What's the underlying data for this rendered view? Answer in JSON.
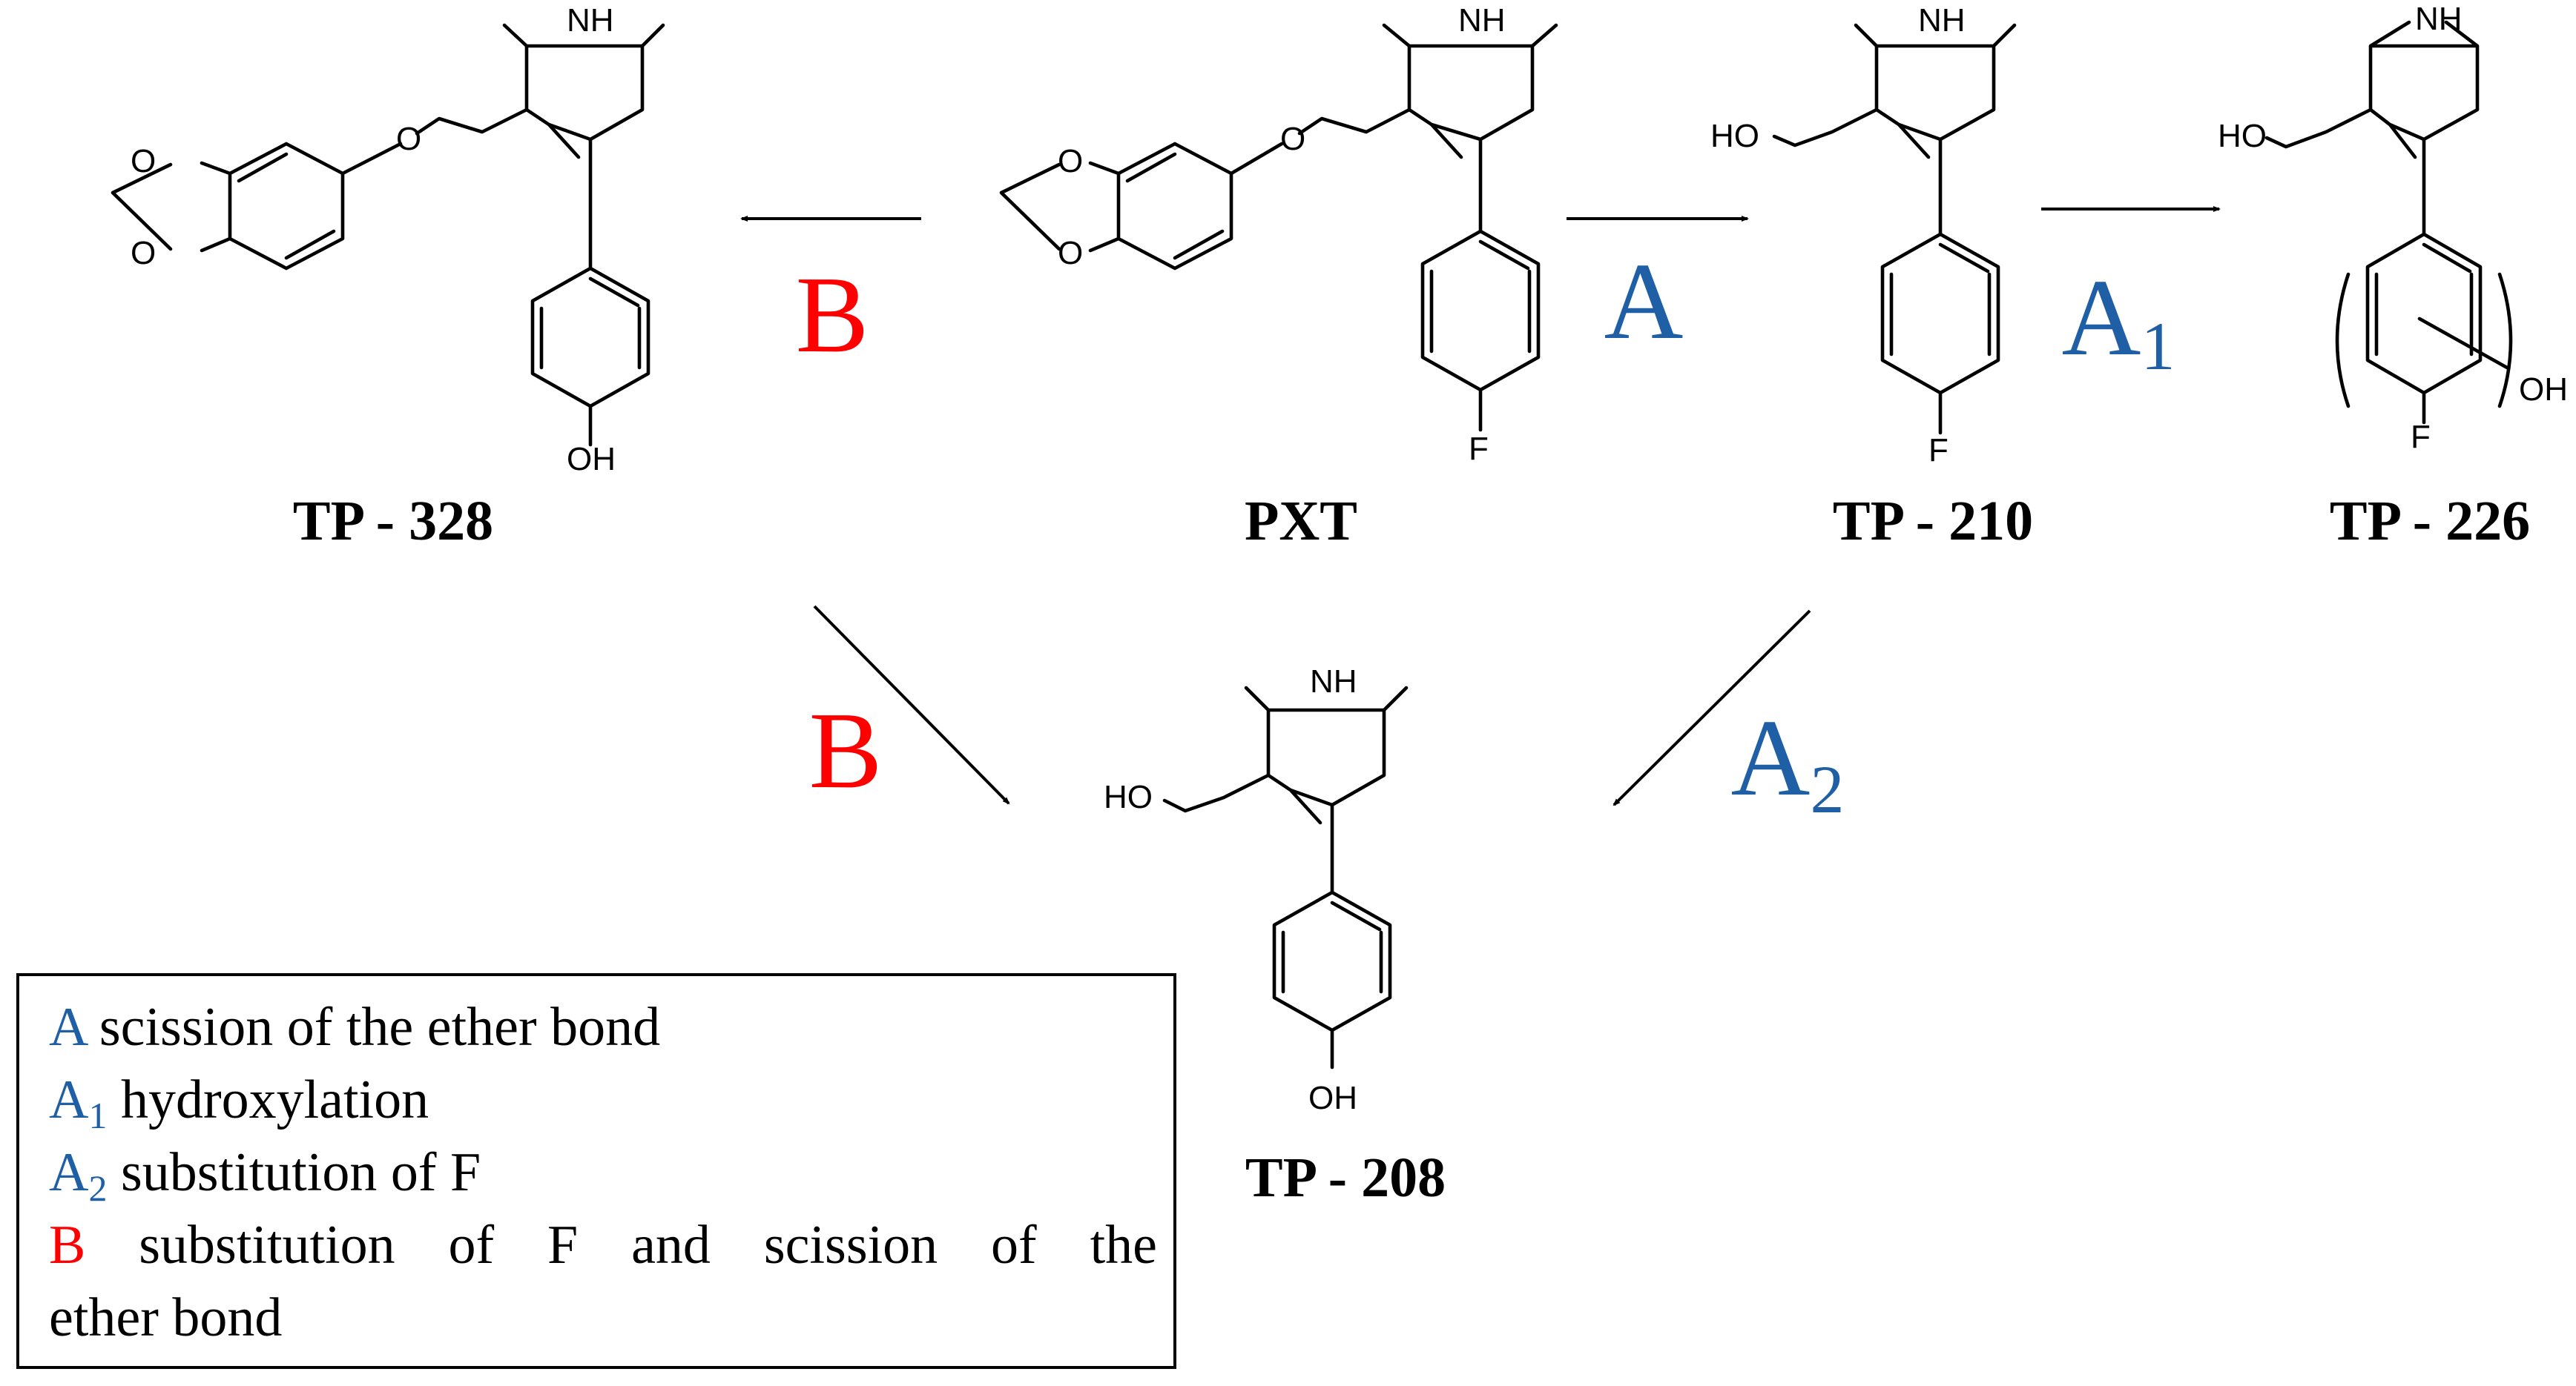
{
  "colors": {
    "pathway_a": "#1f5fa6",
    "pathway_b": "#ff0000",
    "ink": "#000000"
  },
  "compounds": {
    "pxt": "PXT",
    "tp328": "TP - 328",
    "tp210": "TP - 210",
    "tp226": "TP - 226",
    "tp208": "TP - 208"
  },
  "atoms": {
    "nh": "NH",
    "o": "O",
    "f": "F",
    "ho": "HO",
    "oh": "OH"
  },
  "reactions": {
    "a": "A",
    "a1_base": "A",
    "a1_sub": "1",
    "a2_base": "A",
    "a2_sub": "2",
    "b": "B"
  },
  "legend": {
    "items": [
      {
        "code": "A",
        "sub": "",
        "text": " scission of the ether bond"
      },
      {
        "code": "A",
        "sub": "1",
        "text": " hydroxylation"
      },
      {
        "code": "A",
        "sub": "2",
        "text": " substitution of F"
      },
      {
        "code": "B",
        "sub": "",
        "text": " substitution of F and scission of the"
      },
      {
        "code": "",
        "sub": "",
        "text": "ether bond"
      }
    ]
  }
}
